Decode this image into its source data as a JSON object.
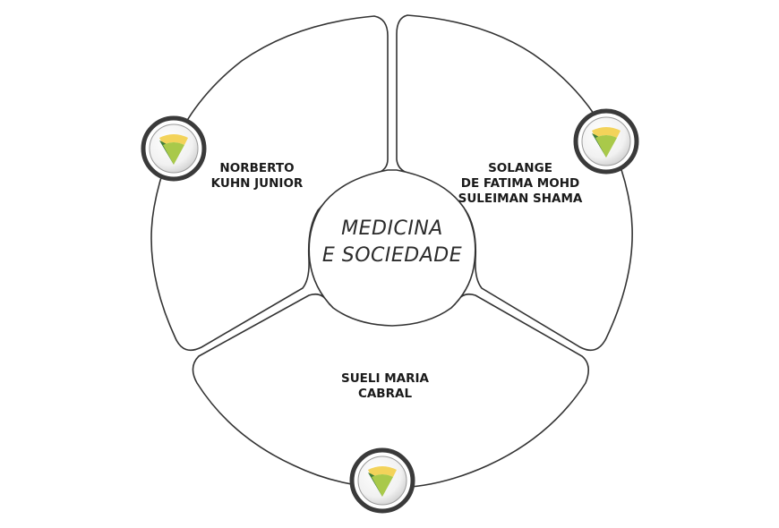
{
  "diagram": {
    "center_title": [
      "MEDICINA",
      "E SOCIEDADE"
    ],
    "segments": [
      {
        "label_lines": [
          "NORBERTO",
          "KUHN JUNIOR"
        ]
      },
      {
        "label_lines": [
          "SOLANGE",
          "DE FATIMA MOHD",
          "SULEIMAN SHAMA"
        ]
      },
      {
        "label_lines": [
          "SUELI MARIA",
          "CABRAL"
        ]
      }
    ],
    "badge_icon": "shield-logo-icon",
    "colors": {
      "stroke": "#333333",
      "logo_yellow": "#f3d35a",
      "logo_green_light": "#a9c94a",
      "logo_green_dark": "#3f7d3a"
    }
  }
}
